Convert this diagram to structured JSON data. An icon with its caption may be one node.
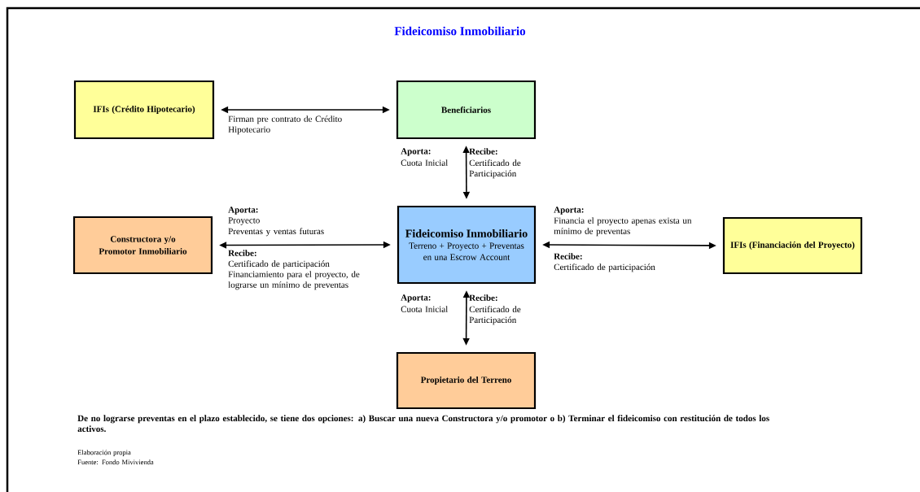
{
  "diagram": {
    "title": "Fideicomiso Inmobiliario",
    "nodes": [
      {
        "text": [
          "IFIs (Crédito Hipotecario)"
        ]
      },
      {
        "text": [
          "Beneficiarios"
        ]
      },
      {
        "text": [
          "Constructora y/o Promotor Inmobiliario"
        ]
      },
      {
        "text": [
          "Fideicomiso Inmobiliario",
          "Terreno + Proyecto + Preventas en una Escrow Account"
        ]
      },
      {
        "text": [
          "IFIs (Financiación del Proyecto)"
        ]
      },
      {
        "text": [
          "Propietario del Terreno"
        ]
      }
    ],
    "edges": [
      {
        "from": 0,
        "to": 1,
        "arrow": "both",
        "label": "Firman pre contrato de Crédito Hipotecario"
      },
      {
        "from": 1,
        "to": 3,
        "arrow": "both"
      },
      {
        "from": 2,
        "to": 3,
        "arrow": "both"
      },
      {
        "from": 3,
        "to": 4,
        "arrow": "both"
      },
      {
        "from": 3,
        "to": 5,
        "arrow": "both"
      }
    ],
    "labels": [
      "Aporta:",
      "Cuota Inicial",
      "Recibe:",
      "Certificado de Participación",
      "Aporta:",
      "Proyecto",
      "Preventas y ventas futuras",
      "Recibe:",
      "Certificado de participación",
      "Financiamiento para el proyecto, de lograrse un mínimo de preventas",
      "Aporta:",
      "Financia el proyecto apenas exista un mínimo de preventas",
      "Recibe:",
      "Certificado de participación",
      "Aporta:",
      "Cuota Inicial",
      "Recibe:",
      "Certificado de Participación",
      "De no lograrse preventas en el plazo establecido, se tiene dos opciones: a) Buscar una nueva Constructora y/o promotor o b) Terminar el fideicomiso con restitución de todos los activos.",
      "Elaboración propia",
      "Fuente: Fondo Mivivienda"
    ]
  }
}
